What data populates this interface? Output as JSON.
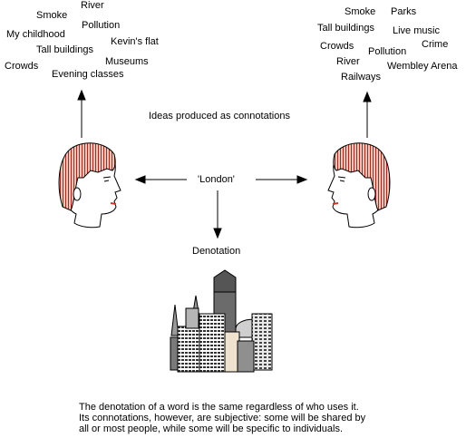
{
  "left_words": [
    "River",
    "Smoke",
    "Pollution",
    "My childhood",
    "Kevin's flat",
    "Tall buildings",
    "Museums",
    "Crowds",
    "Evening classes"
  ],
  "right_words": [
    "Smoke",
    "Parks",
    "Live music",
    "Tall buildings",
    "Crime",
    "Crowds",
    "Pollution",
    "River",
    "Wembley Arena",
    "Railways"
  ],
  "center_heading": "Ideas produced as connotations",
  "word": "'London'",
  "denotation_label": "Denotation",
  "caption": [
    "The denotation of a word is the same regardless of who uses it.",
    "Its connotations, however, are subjective: some will be shared by",
    "all or most people, while some will be specific to individuals."
  ]
}
